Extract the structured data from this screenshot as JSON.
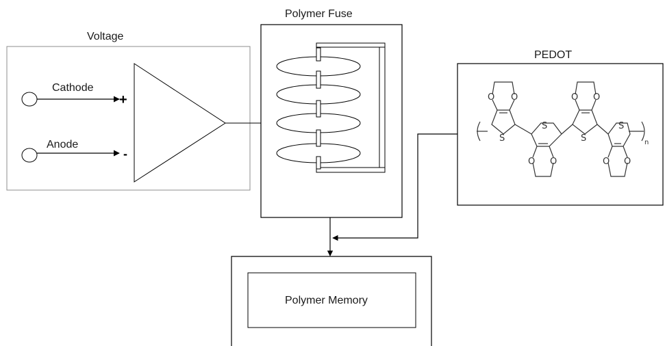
{
  "blocks": {
    "voltage": {
      "title": "Voltage",
      "cathode_label": "Cathode",
      "anode_label": "Anode",
      "plus_sign": "+",
      "minus_sign": "-"
    },
    "fuse": {
      "title": "Polymer Fuse"
    },
    "pedot": {
      "title": "PEDOT",
      "atom_O": "O",
      "atom_S": "S",
      "repeat_subscript": "n"
    },
    "memory": {
      "label": "Polymer Memory"
    }
  },
  "colors": {
    "line": "#000000",
    "voltage_border": "#8c8c8c",
    "molecule": "#333333"
  }
}
